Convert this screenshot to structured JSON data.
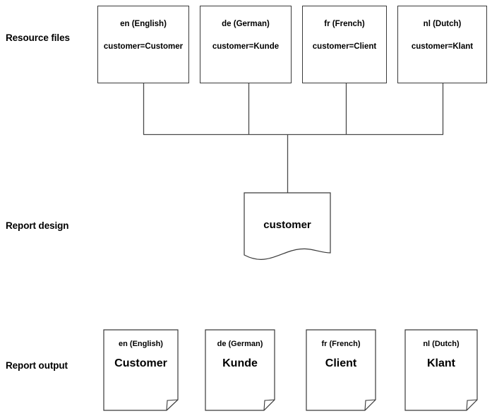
{
  "diagram": {
    "title": "Resource files to report design to report output",
    "stroke_color": "#4a4a4a",
    "box_border_color": "#3a3a3a",
    "background_color": "#ffffff",
    "text_color": "#000000"
  },
  "rows": {
    "resource_files_label": "Resource files",
    "report_design_label": "Report design",
    "report_output_label": "Report output"
  },
  "resource_files": [
    {
      "locale": "en (English)",
      "pair": "customer=Customer"
    },
    {
      "locale": "de (German)",
      "pair": "customer=Kunde"
    },
    {
      "locale": "fr (French)",
      "pair": "customer=Client"
    },
    {
      "locale": "nl (Dutch)",
      "pair": "customer=Klant"
    }
  ],
  "report_design": {
    "key": "customer"
  },
  "report_output": [
    {
      "locale": "en (English)",
      "term": "Customer"
    },
    {
      "locale": "de (German)",
      "term": "Kunde"
    },
    {
      "locale": "fr (French)",
      "term": "Client"
    },
    {
      "locale": "nl (Dutch)",
      "term": "Klant"
    }
  ]
}
